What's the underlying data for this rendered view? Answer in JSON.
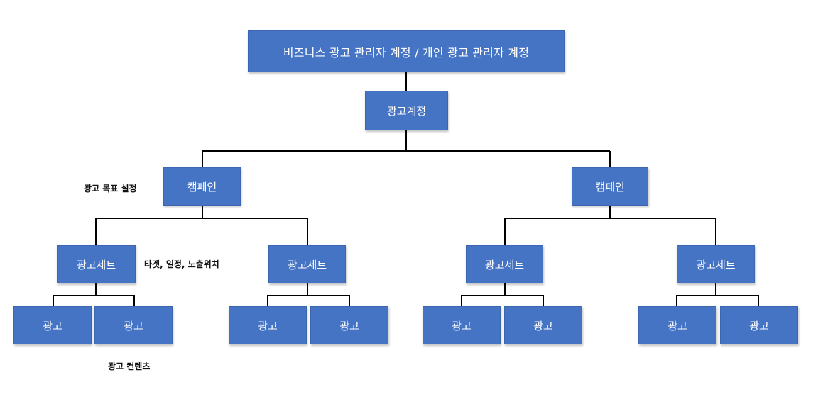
{
  "diagram": {
    "root_label": "비즈니스 광고 관리자 계정 / 개인 광고 관리자 계정",
    "account_label": "광고계정",
    "campaign_label": "캠페인",
    "adset_label": "광고세트",
    "ad_label": "광고",
    "notes": {
      "campaign": "광고 목표 설정",
      "adset": "타겟, 일정, 노출위치",
      "ad": "광고 컨텐츠"
    },
    "colors": {
      "box_fill": "#4674c4",
      "box_text": "#ffffff",
      "connector": "#000000"
    }
  }
}
